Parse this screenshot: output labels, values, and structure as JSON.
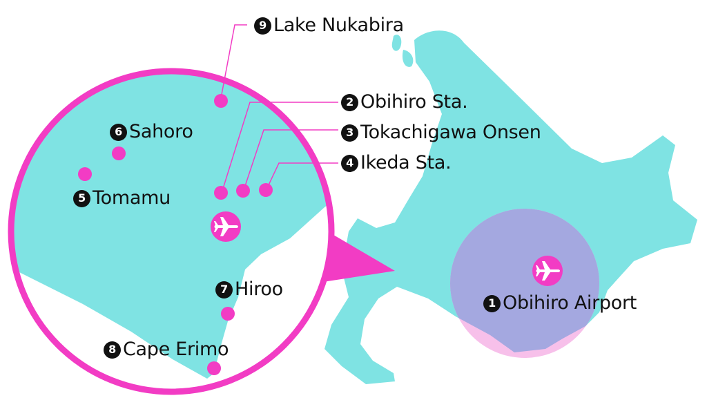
{
  "colors": {
    "land": "#7fe3e3",
    "accent": "#f23cc4",
    "airport_area": "#a4a8e0",
    "airport_area_outer": "#f7c0ea",
    "text": "#111111",
    "badge_text": "#ffffff"
  },
  "icons": {
    "airport": "airplane-icon"
  },
  "locations": [
    {
      "num": "1",
      "name": "Obihiro Airport"
    },
    {
      "num": "2",
      "name": "Obihiro Sta."
    },
    {
      "num": "3",
      "name": "Tokachigawa Onsen"
    },
    {
      "num": "4",
      "name": "Ikeda Sta."
    },
    {
      "num": "5",
      "name": "Tomamu"
    },
    {
      "num": "6",
      "name": "Sahoro"
    },
    {
      "num": "7",
      "name": "Hiroo"
    },
    {
      "num": "8",
      "name": "Cape Erimo"
    },
    {
      "num": "9",
      "name": "Lake Nukabira"
    }
  ]
}
